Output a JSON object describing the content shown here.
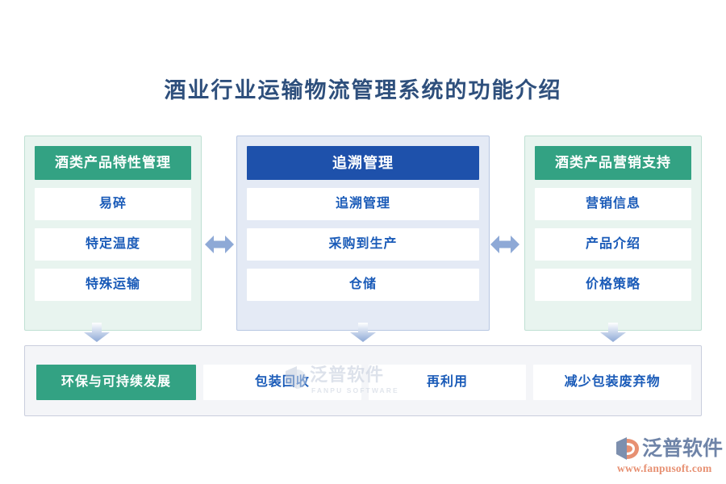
{
  "page": {
    "title": "酒业行业运输物流管理系统的功能介绍",
    "background_color": "#ffffff",
    "title_color": "#2e4f7c"
  },
  "colors": {
    "green_header": "#33a283",
    "blue_header": "#1e51ab",
    "green_panel_bg": "#e8f4ef",
    "blue_panel_bg": "#e4eaf5",
    "item_text": "#1a5bb8",
    "card_bg": "#ffffff",
    "band_bg": "#f4f5f8",
    "arrow": "#8ea9d6",
    "logo_text": "#6f84a8",
    "logo_url": "#e79072",
    "watermark": "#c3ccdb"
  },
  "columns": [
    {
      "id": "product-characteristics",
      "header": "酒类产品特性管理",
      "header_style": "green",
      "items": [
        "易碎",
        "特定温度",
        "特殊运输"
      ]
    },
    {
      "id": "traceability",
      "header": "追溯管理",
      "header_style": "blue",
      "items": [
        "追溯管理",
        "采购到生产",
        "仓储"
      ]
    },
    {
      "id": "marketing-support",
      "header": "酒类产品营销支持",
      "header_style": "green",
      "items": [
        "营销信息",
        "产品介绍",
        "价格策略"
      ]
    }
  ],
  "connectors": {
    "horizontal": [
      {
        "id": "left-to-mid",
        "icon": "double-arrow-horizontal-icon"
      },
      {
        "id": "mid-to-right",
        "icon": "double-arrow-horizontal-icon"
      }
    ],
    "vertical": [
      {
        "id": "left-down",
        "icon": "arrow-down-icon"
      },
      {
        "id": "mid-down",
        "icon": "arrow-down-icon"
      },
      {
        "id": "right-down",
        "icon": "arrow-down-icon"
      }
    ]
  },
  "bottom_band": {
    "header": "环保与可持续发展",
    "items": [
      "包装回收",
      "再利用",
      "减少包装废弃物"
    ]
  },
  "watermark": {
    "text": "泛普软件",
    "subtext": "FANPU SOFTWARE"
  },
  "logo": {
    "text": "泛普软件",
    "url": "www.fanpusoft.com"
  }
}
